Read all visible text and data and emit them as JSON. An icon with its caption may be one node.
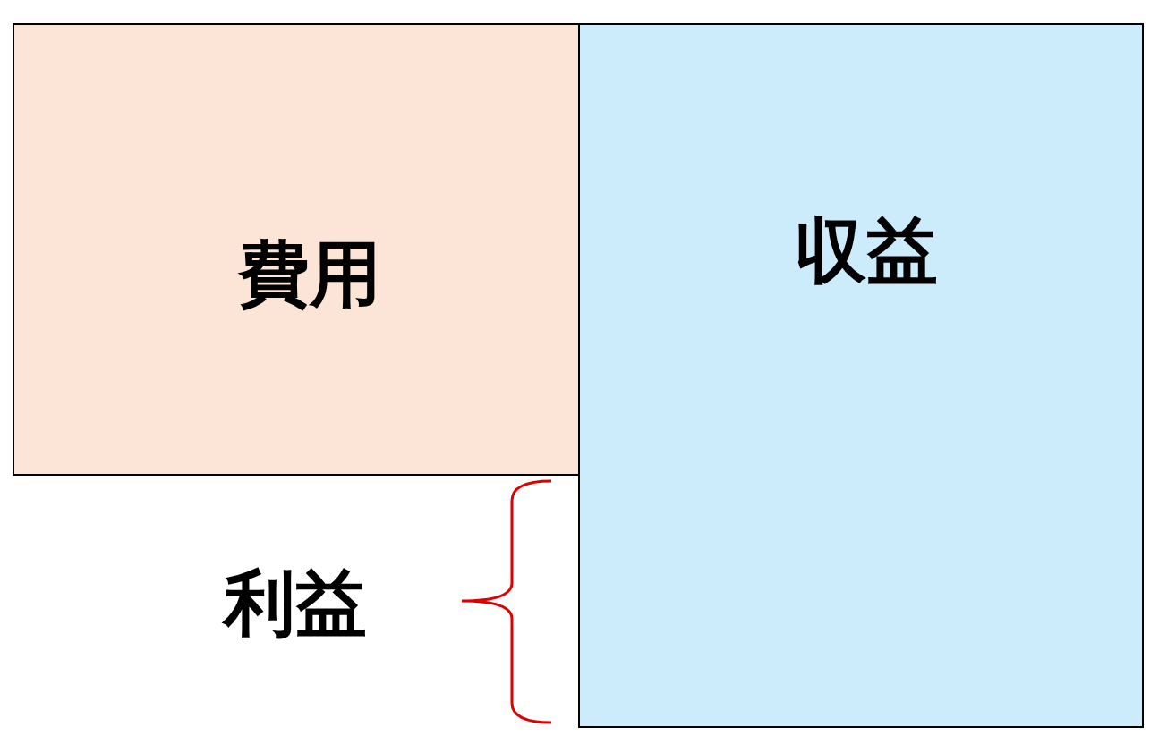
{
  "diagram": {
    "nodes": [
      {
        "text": [
          "費用"
        ]
      },
      {
        "text": [
          "収益"
        ]
      }
    ],
    "labels": [
      "利益"
    ]
  }
}
